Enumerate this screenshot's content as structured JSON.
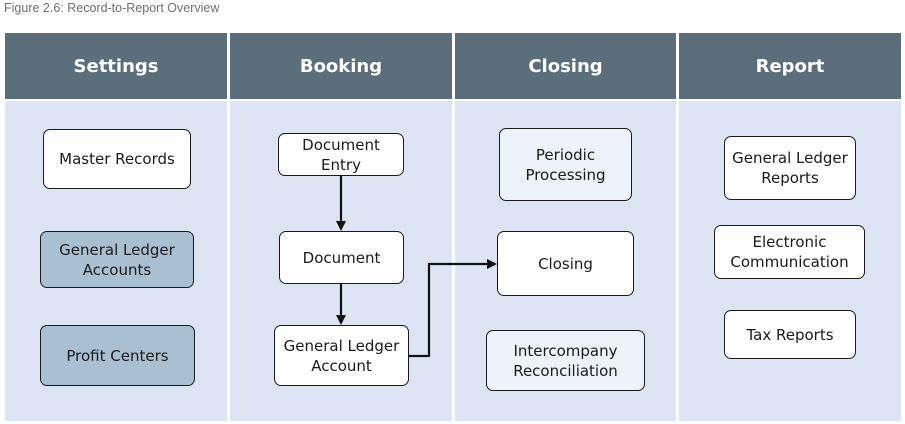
{
  "caption": "Figure 2.6: Record-to-Report Overview",
  "columns": [
    {
      "header": "Settings",
      "boxes": [
        {
          "label": "Master Records"
        },
        {
          "label": "General Ledger Accounts"
        },
        {
          "label": "Profit Centers"
        }
      ]
    },
    {
      "header": "Booking",
      "boxes": [
        {
          "label": "Document Entry"
        },
        {
          "label": "Document"
        },
        {
          "label": "General Ledger Account"
        }
      ]
    },
    {
      "header": "Closing",
      "boxes": [
        {
          "label": "Periodic Processing"
        },
        {
          "label": "Closing"
        },
        {
          "label": "Intercompany Reconciliation"
        }
      ]
    },
    {
      "header": "Report",
      "boxes": [
        {
          "label": "General Ledger Reports"
        },
        {
          "label": "Electronic Communication"
        },
        {
          "label": "Tax Reports"
        }
      ]
    }
  ],
  "colors": {
    "header_bg": "#5a6e7c",
    "column_bg": "#dde5f4",
    "box_highlight": "#a9c0d2",
    "box_default": "#ffffff"
  }
}
